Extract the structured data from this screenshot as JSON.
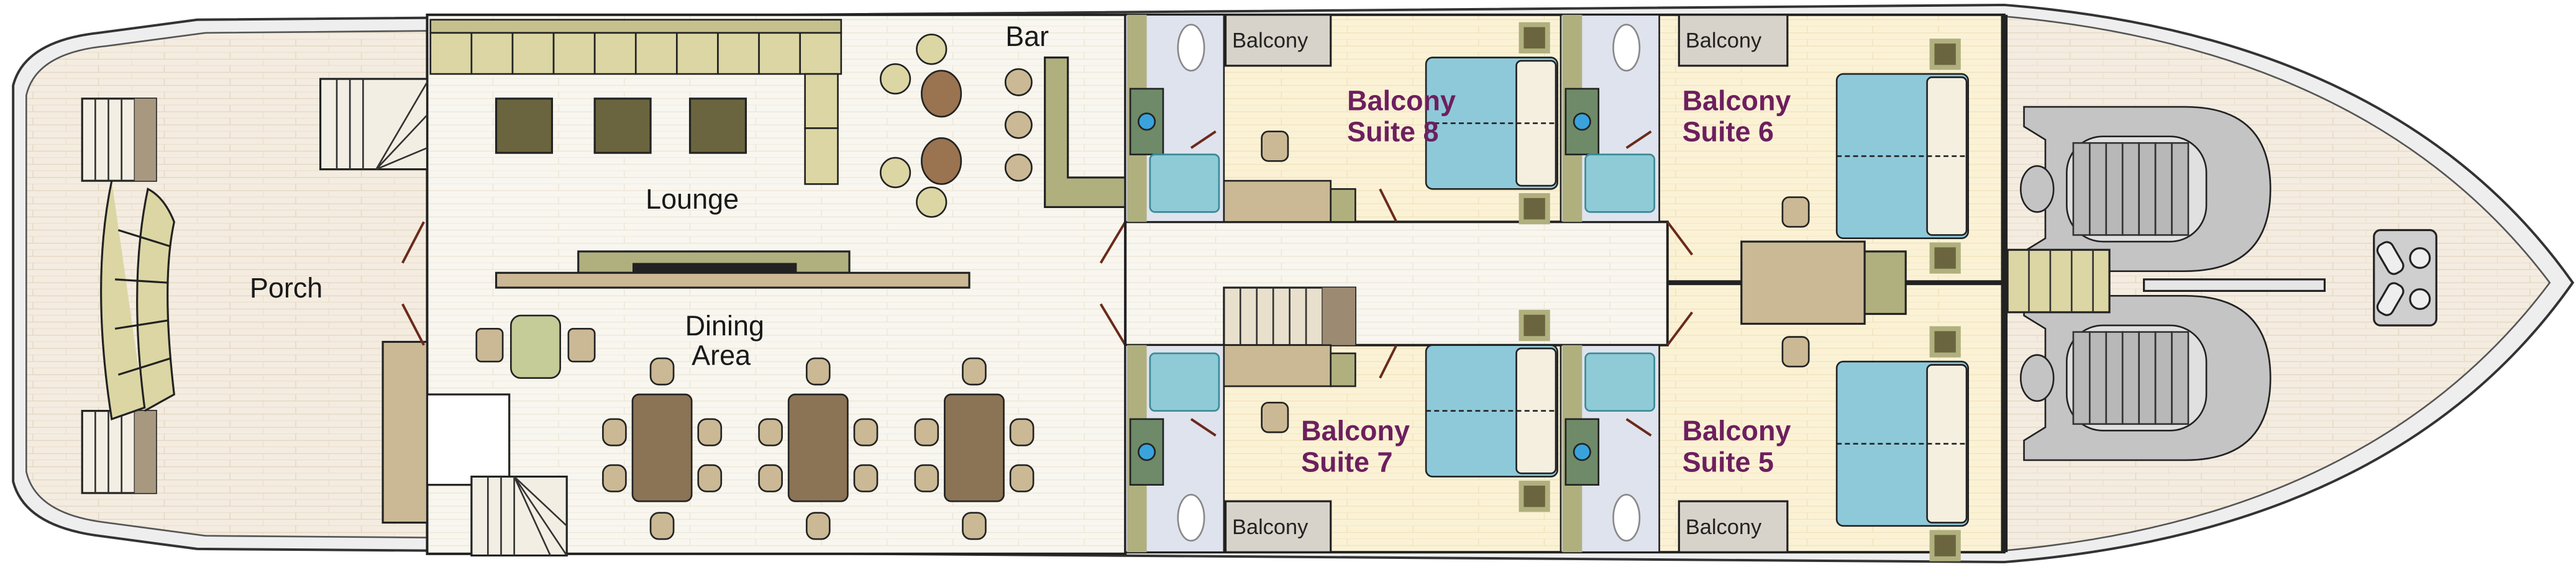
{
  "rooms": {
    "porch": "Porch",
    "lounge": "Lounge",
    "bar": "Bar",
    "dining_line1": "Dining",
    "dining_line2": "Area"
  },
  "suites": [
    {
      "line1": "Balcony",
      "line2": "Suite 8"
    },
    {
      "line1": "Balcony",
      "line2": "Suite 6"
    },
    {
      "line1": "Balcony",
      "line2": "Suite 7"
    },
    {
      "line1": "Balcony",
      "line2": "Suite 5"
    }
  ],
  "balcony_label": "Balcony",
  "colors": {
    "suite_text": "#6d1f5e",
    "deck": "#f4ece0",
    "cabin_floor": "#fbf2d6",
    "bed": "#8ec9da",
    "sofa": "#dcd6a4",
    "table": "#8b7355",
    "tender": "#c4c4c4"
  }
}
